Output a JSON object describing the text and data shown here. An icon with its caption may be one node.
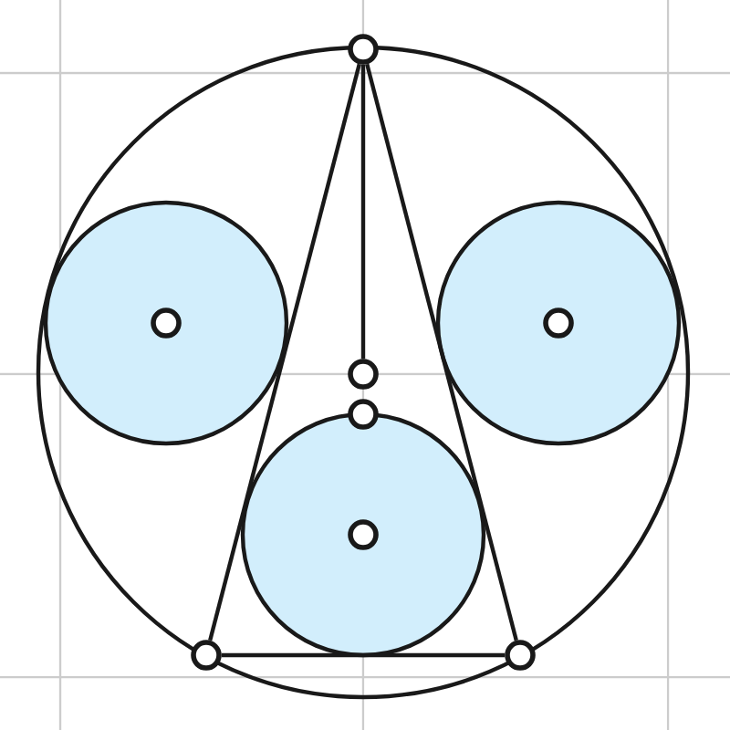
{
  "diagram": {
    "nodes": [
      {
        "text": [],
        "shape": "circle"
      },
      {
        "text": [],
        "shape": "circle",
        "in": 0
      },
      {
        "text": [],
        "shape": "circle",
        "in": 0
      },
      {
        "text": [],
        "shape": "circle",
        "in": 0
      },
      {
        "text": [],
        "shape": "circle"
      },
      {
        "text": [],
        "shape": "circle",
        "in": 0
      },
      {
        "text": [],
        "shape": "circle",
        "in": 0
      },
      {
        "text": [],
        "shape": "circle",
        "in": 0
      },
      {
        "text": [],
        "shape": "circle",
        "in": 0
      },
      {
        "text": [],
        "shape": "circle",
        "in": 1
      },
      {
        "text": [],
        "shape": "circle",
        "in": 2
      },
      {
        "text": [],
        "shape": "circle",
        "in": 3
      }
    ],
    "edges": [
      {
        "from": 4,
        "to": 7,
        "arrow": "none"
      },
      {
        "from": 4,
        "to": 8,
        "arrow": "none"
      },
      {
        "from": 7,
        "to": 8,
        "arrow": "none"
      },
      {
        "from": 4,
        "to": 5,
        "arrow": "none"
      }
    ]
  }
}
